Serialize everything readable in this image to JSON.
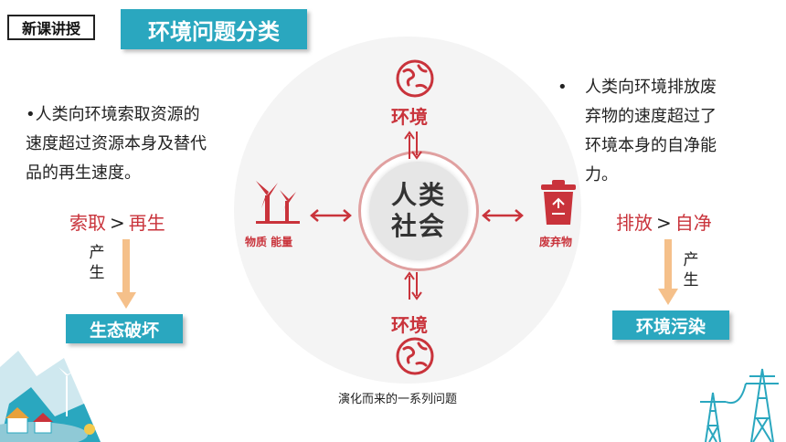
{
  "header": {
    "tag": "新课讲授",
    "title": "环境问题分类"
  },
  "center": {
    "line1": "人类",
    "line2": "社会"
  },
  "nodes": {
    "top_label": "环境",
    "bottom_label": "环境",
    "left_label": "物质 能量",
    "right_label": "废弃物"
  },
  "left": {
    "description_lines": [
      "•人类向环境索取资源的",
      "速度超过资源本身及替代",
      "品的再生速度。"
    ],
    "compare_a": "索取",
    "compare_op": ">",
    "compare_b": "再生",
    "produce_1": "产",
    "produce_2": "生",
    "result": "生态破坏"
  },
  "right": {
    "bullet": "•",
    "description_lines": [
      "人类向环境排放废",
      "弃物的速度超过了",
      "环境本身的自净能",
      "力。"
    ],
    "compare_a": "排放",
    "compare_op": ">",
    "compare_b": "自净",
    "produce_1": "产",
    "produce_2": "生",
    "result": "环境污染"
  },
  "caption": "演化而来的一系列问题",
  "colors": {
    "accent_teal": "#2aa7bf",
    "accent_red": "#c9333b",
    "arrow_orange": "#f5c08a"
  }
}
